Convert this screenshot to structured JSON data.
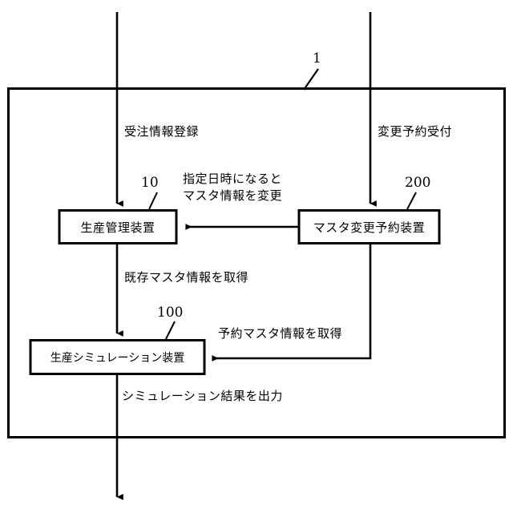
{
  "figure": {
    "type": "patent-block-diagram",
    "system_reference": "1",
    "outer_frame": {
      "label": "1"
    },
    "blocks": [
      {
        "id": "production-management",
        "ref": "10",
        "label": "生産管理装置"
      },
      {
        "id": "master-change-reservation",
        "ref": "200",
        "label": "マスタ変更予約装置"
      },
      {
        "id": "production-simulation",
        "ref": "100",
        "label": "生産シミュレーション装置"
      }
    ],
    "flow_labels": {
      "order_registration": "受注情報登録",
      "change_reservation_receipt": "変更予約受付",
      "master_change_line1": "指定日時になると",
      "master_change_line2": "マスタ情報を変更",
      "existing_master_fetch": "既存マスタ情報を取得",
      "reserved_master_fetch": "予約マスタ情報を取得",
      "simulation_output": "シミュレーション結果を出力"
    },
    "colors": {
      "stroke": "#000000",
      "background": "#ffffff"
    }
  }
}
